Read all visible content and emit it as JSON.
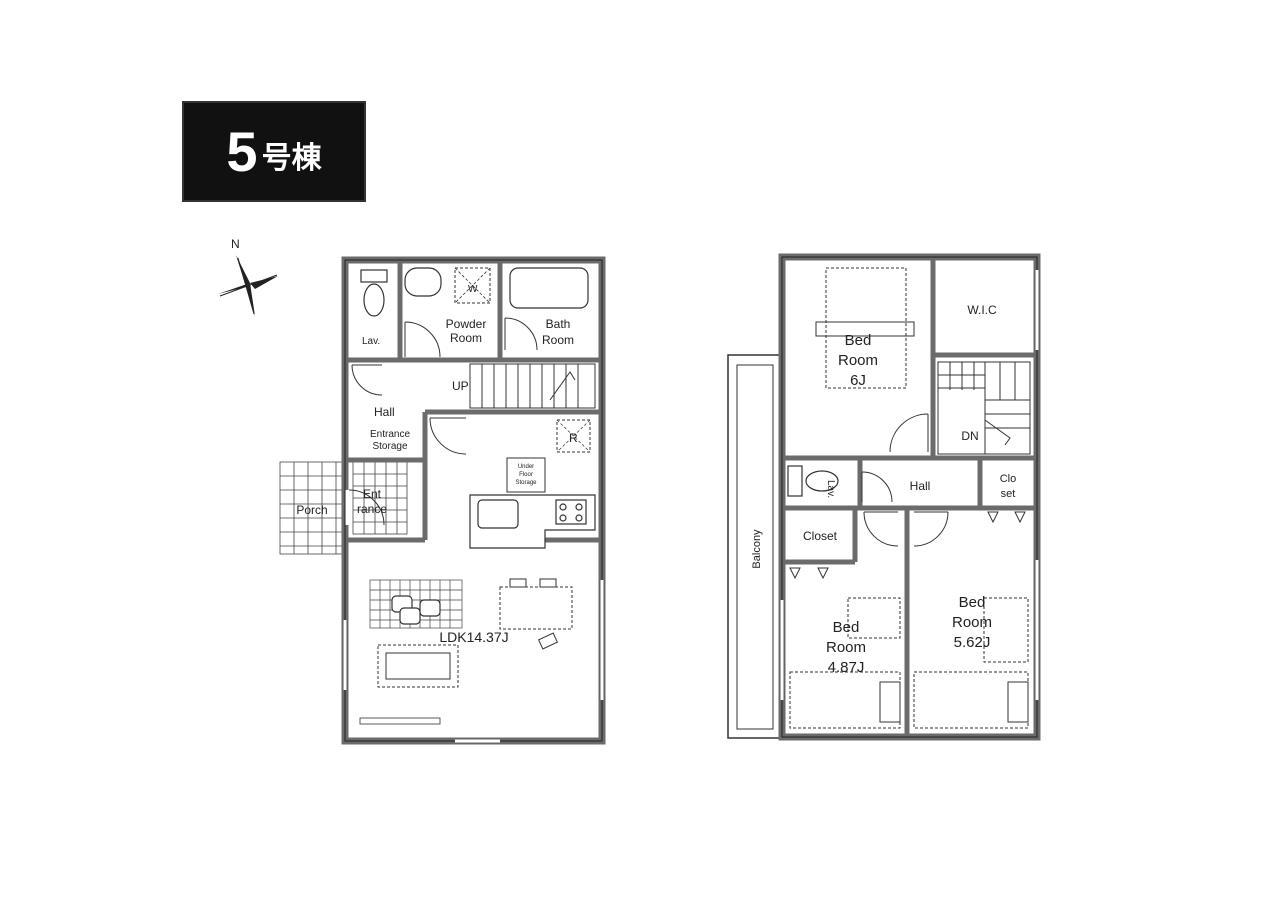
{
  "building": {
    "number": "5",
    "suffix": "号棟"
  },
  "compass": {
    "north_label": "N"
  },
  "first_floor": {
    "rooms": {
      "lav": "Lav.",
      "washer": "W",
      "powder_room": [
        "Powder",
        "Room"
      ],
      "bath_room": [
        "Bath",
        "Room"
      ],
      "up": "UP",
      "hall": "Hall",
      "entrance_storage": [
        "Entrance",
        "Storage"
      ],
      "refrigerator": "R",
      "underfloor_storage": [
        "Under",
        "Floor",
        "Storage"
      ],
      "entrance": [
        "Ent",
        "rance"
      ],
      "porch": "Porch",
      "ldk": "LDK14.37J"
    }
  },
  "second_floor": {
    "rooms": {
      "bedroom_a": [
        "Bed",
        "Room",
        "6J"
      ],
      "wic": "W.I.C",
      "dn": "DN",
      "lav": "Lav.",
      "hall": "Hall",
      "closet_small": [
        "Clo",
        "set"
      ],
      "closet": "Closet",
      "balcony": "Balcony",
      "bedroom_b": [
        "Bed",
        "Room",
        "4.87J"
      ],
      "bedroom_c": [
        "Bed",
        "Room",
        "5.62J"
      ]
    }
  },
  "colors": {
    "wall": "#6b6b6b",
    "line": "#333333",
    "badge": "#111111"
  }
}
